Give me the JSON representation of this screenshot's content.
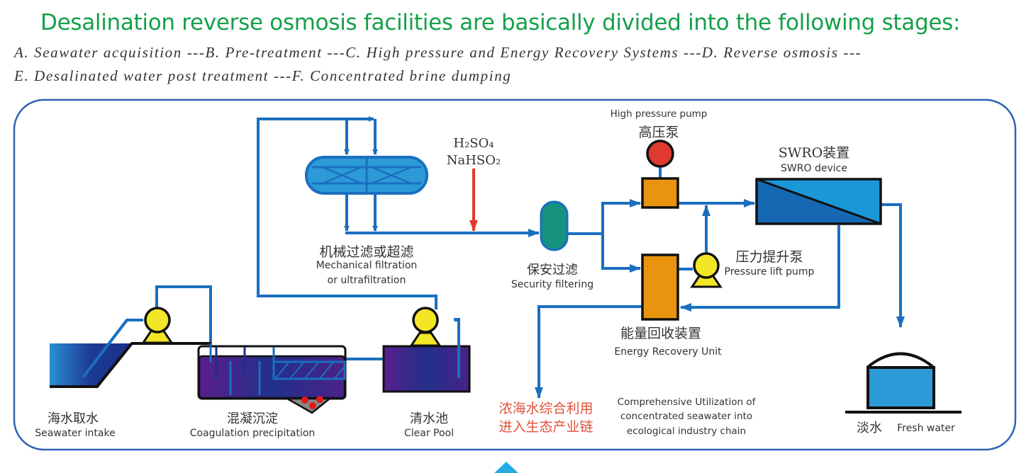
{
  "header": {
    "title": "Desalination reverse osmosis facilities are basically divided into the following stages:",
    "stages_line1": "A. Seawater acquisition ---B. Pre-treatment ---C. High pressure and Energy Recovery Systems ---D. Reverse osmosis ---",
    "stages_line2": "E. Desalinated water post treatment ---F. Concentrated brine dumping"
  },
  "colors": {
    "title_green": "#14a04a",
    "pipe_blue": "#1a6fbf",
    "frame_blue": "#2f62b5",
    "pump_yellow": "#f3e626",
    "pump_red": "#e03a2e",
    "orange_unit": "#e8940f",
    "teal_filter": "#14927e",
    "chemical_arrow_red": "#e03a2e",
    "utilization_text_red": "#e0523a"
  },
  "diagram": {
    "chemicals": {
      "line1": "H₂SO₄",
      "line2": "NaHSO₂"
    },
    "mechanical_filter": {
      "cn": "机械过滤或超滤",
      "en1": "Mechanical filtration",
      "en2": "or ultrafiltration"
    },
    "security_filter": {
      "cn": "保安过滤",
      "en": "Security filtering"
    },
    "high_pressure_pump": {
      "en": "High pressure pump",
      "cn": "高压泵"
    },
    "swro": {
      "cn": "SWRO装置",
      "en": "SWRO device"
    },
    "pressure_lift_pump": {
      "cn": "压力提升泵",
      "en": "Pressure lift pump"
    },
    "energy_recovery": {
      "cn": "能量回收装置",
      "en": "Energy Recovery Unit"
    },
    "seawater_intake": {
      "cn": "海水取水",
      "en": "Seawater intake"
    },
    "coagulation": {
      "cn": "混凝沉淀",
      "en": "Coagulation precipitation"
    },
    "clear_pool": {
      "cn": "清水池",
      "en": "Clear Pool"
    },
    "utilization": {
      "cn1": "浓海水综合利用",
      "cn2": "进入生态产业链",
      "en1": "Comprehensive Utilization of",
      "en2": "concentrated seawater into",
      "en3": "ecological industry chain"
    },
    "fresh_water": {
      "cn": "淡水",
      "en": "Fresh water"
    }
  }
}
